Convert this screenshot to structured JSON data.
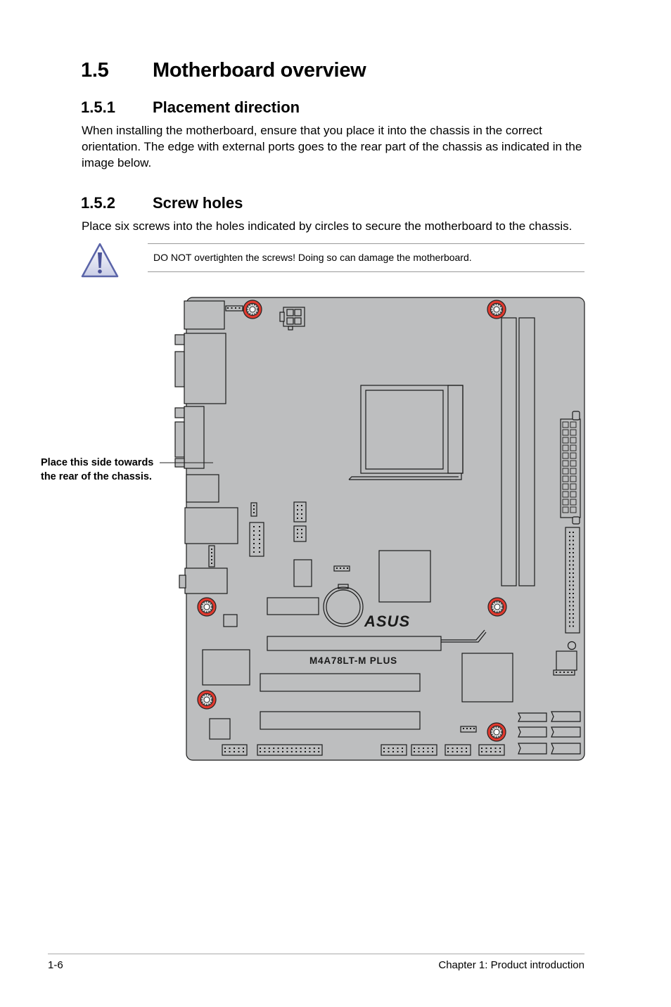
{
  "section": {
    "number": "1.5",
    "title": "Motherboard overview"
  },
  "sub1": {
    "number": "1.5.1",
    "title": "Placement direction",
    "body": "When installing the motherboard, ensure that you place it into the chassis in the correct orientation. The edge with external ports goes to the rear part of the chassis as indicated in the image below."
  },
  "sub2": {
    "number": "1.5.2",
    "title": "Screw holes",
    "body": "Place six screws into the holes indicated by circles to secure the motherboard to the chassis."
  },
  "caution": {
    "icon": "warning-triangle-icon",
    "text": "DO NOT overtighten the screws! Doing so can damage the motherboard."
  },
  "diagram": {
    "board_model": "M4A78LT-M PLUS",
    "logo": "ASUS",
    "rear_caption_line1": "Place this side towards",
    "rear_caption_line2": "the rear of the chassis.",
    "screw_hole_color": "#e03a2f",
    "board_color": "#bdbebf"
  },
  "footer": {
    "page": "1-6",
    "chapter": "Chapter 1: Product introduction"
  }
}
